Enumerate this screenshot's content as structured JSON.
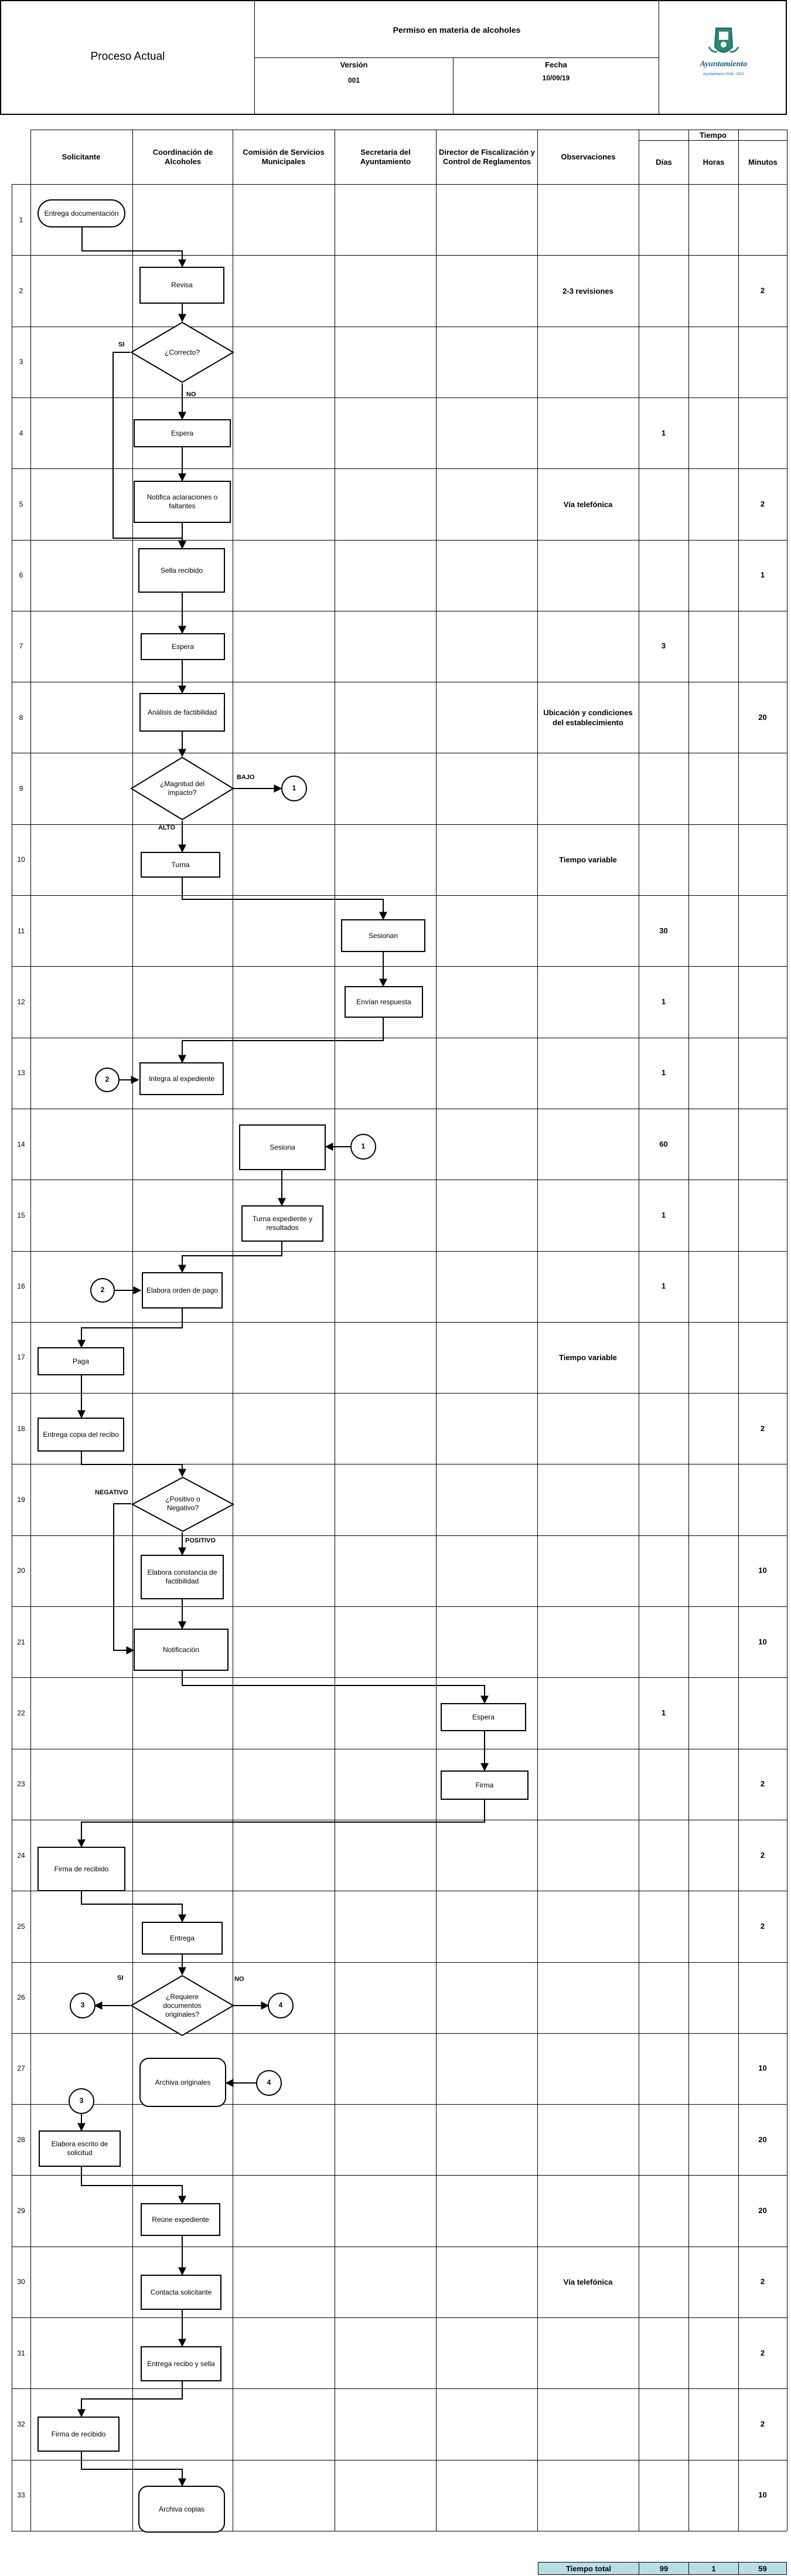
{
  "header": {
    "process_label": "Proceso Actual",
    "title": "Permiso en materia de alcoholes",
    "version_label": "Versión",
    "version_value": "001",
    "date_label": "Fecha",
    "date_value": "10/09/19",
    "logo_text": "Ayuntamiento",
    "logo_subtext": "Ayuntamiento 2018 - 2021"
  },
  "table_header": {
    "time_group": "Tiempo",
    "columns": [
      "Solicitante",
      "Coordinación de Alcoholes",
      "Comisión de Servicios Municipales",
      "Secretaría del Ayuntamiento",
      "Director de Fiscalización y Control de Reglamentos",
      "Observaciones",
      "Días",
      "Horas",
      "Minutos"
    ]
  },
  "rows": [
    {
      "n": "1",
      "obs": "",
      "dias": "",
      "horas": "",
      "min": ""
    },
    {
      "n": "2",
      "obs": "2-3 revisiones",
      "dias": "",
      "horas": "",
      "min": "2"
    },
    {
      "n": "3",
      "obs": "",
      "dias": "",
      "horas": "",
      "min": ""
    },
    {
      "n": "4",
      "obs": "",
      "dias": "1",
      "horas": "",
      "min": ""
    },
    {
      "n": "5",
      "obs": "Vía telefónica",
      "dias": "",
      "horas": "",
      "min": "2"
    },
    {
      "n": "6",
      "obs": "",
      "dias": "",
      "horas": "",
      "min": "1"
    },
    {
      "n": "7",
      "obs": "",
      "dias": "3",
      "horas": "",
      "min": ""
    },
    {
      "n": "8",
      "obs": "Ubicación y condiciones del establecimiento",
      "dias": "",
      "horas": "",
      "min": "20"
    },
    {
      "n": "9",
      "obs": "",
      "dias": "",
      "horas": "",
      "min": ""
    },
    {
      "n": "10",
      "obs": "Tiempo variable",
      "dias": "",
      "horas": "",
      "min": ""
    },
    {
      "n": "11",
      "obs": "",
      "dias": "30",
      "horas": "",
      "min": ""
    },
    {
      "n": "12",
      "obs": "",
      "dias": "1",
      "horas": "",
      "min": ""
    },
    {
      "n": "13",
      "obs": "",
      "dias": "1",
      "horas": "",
      "min": ""
    },
    {
      "n": "14",
      "obs": "",
      "dias": "60",
      "horas": "",
      "min": ""
    },
    {
      "n": "15",
      "obs": "",
      "dias": "1",
      "horas": "",
      "min": ""
    },
    {
      "n": "16",
      "obs": "",
      "dias": "1",
      "horas": "",
      "min": ""
    },
    {
      "n": "17",
      "obs": "Tiempo variable",
      "dias": "",
      "horas": "",
      "min": ""
    },
    {
      "n": "18",
      "obs": "",
      "dias": "",
      "horas": "",
      "min": "2"
    },
    {
      "n": "19",
      "obs": "",
      "dias": "",
      "horas": "",
      "min": ""
    },
    {
      "n": "20",
      "obs": "",
      "dias": "",
      "horas": "",
      "min": "10"
    },
    {
      "n": "21",
      "obs": "",
      "dias": "",
      "horas": "",
      "min": "10"
    },
    {
      "n": "22",
      "obs": "",
      "dias": "1",
      "horas": "",
      "min": ""
    },
    {
      "n": "23",
      "obs": "",
      "dias": "",
      "horas": "",
      "min": "2"
    },
    {
      "n": "24",
      "obs": "",
      "dias": "",
      "horas": "",
      "min": "2"
    },
    {
      "n": "25",
      "obs": "",
      "dias": "",
      "horas": "",
      "min": "2"
    },
    {
      "n": "26",
      "obs": "",
      "dias": "",
      "horas": "",
      "min": ""
    },
    {
      "n": "27",
      "obs": "",
      "dias": "",
      "horas": "",
      "min": "10"
    },
    {
      "n": "28",
      "obs": "",
      "dias": "",
      "horas": "",
      "min": "20"
    },
    {
      "n": "29",
      "obs": "",
      "dias": "",
      "horas": "",
      "min": "20"
    },
    {
      "n": "30",
      "obs": "Vía telefónica",
      "dias": "",
      "horas": "",
      "min": "2"
    },
    {
      "n": "31",
      "obs": "",
      "dias": "",
      "horas": "",
      "min": "2"
    },
    {
      "n": "32",
      "obs": "",
      "dias": "",
      "horas": "",
      "min": "2"
    },
    {
      "n": "33",
      "obs": "",
      "dias": "",
      "horas": "",
      "min": "10"
    }
  ],
  "totals": {
    "label": "Tiempo total",
    "dias": "99",
    "horas": "1",
    "minutos": "59"
  },
  "steps": [
    {
      "id": "s1",
      "text": "Entrega documentación"
    },
    {
      "id": "s2",
      "text": "Revisa"
    },
    {
      "id": "s3",
      "text": "¿Correcto?"
    },
    {
      "id": "s4",
      "text": "Espera"
    },
    {
      "id": "s5",
      "text": "Notifica aclaraciones o faltantes"
    },
    {
      "id": "s6",
      "text": "Sella recibido"
    },
    {
      "id": "s7",
      "text": "Espera"
    },
    {
      "id": "s8",
      "text": "Análisis de factibilidad"
    },
    {
      "id": "s9",
      "text": "¿Magnitud del impacto?"
    },
    {
      "id": "s10",
      "text": "Turna"
    },
    {
      "id": "s11",
      "text": "Sesionan"
    },
    {
      "id": "s12",
      "text": "Envían respuesta"
    },
    {
      "id": "s13",
      "text": "Integra al expediente"
    },
    {
      "id": "s14",
      "text": "Sesiona"
    },
    {
      "id": "s15",
      "text": "Turna expediente y resultados"
    },
    {
      "id": "s16",
      "text": "Elabora orden de pago"
    },
    {
      "id": "s17",
      "text": "Paga"
    },
    {
      "id": "s18",
      "text": "Entrega copia del recibo"
    },
    {
      "id": "s19",
      "text": "¿Positivo o Negativo?"
    },
    {
      "id": "s20",
      "text": "Elabora constancia de factibilidad"
    },
    {
      "id": "s21",
      "text": "Notificación"
    },
    {
      "id": "s22",
      "text": "Espera"
    },
    {
      "id": "s23",
      "text": "Firma"
    },
    {
      "id": "s24",
      "text": "Firma de recibido"
    },
    {
      "id": "s25",
      "text": "Entrega"
    },
    {
      "id": "s26",
      "text": "¿Requiere documentos originales?"
    },
    {
      "id": "s27",
      "text": "Archiva originales"
    },
    {
      "id": "s28",
      "text": "Elabora escrito de solicitud"
    },
    {
      "id": "s29",
      "text": "Reúne expediente"
    },
    {
      "id": "s30",
      "text": "Contacta solicitante"
    },
    {
      "id": "s31",
      "text": "Entrega recibo y sella"
    },
    {
      "id": "s32",
      "text": "Firma de recibido"
    },
    {
      "id": "s33",
      "text": "Archiva copias"
    }
  ],
  "connectors": {
    "c1": "1",
    "c2": "2",
    "c3": "3",
    "c4": "4"
  },
  "branch_labels": {
    "si_1": "SI",
    "no_1": "NO",
    "bajo": "BAJO",
    "alto": "ALTO",
    "negativo": "NEGATIVO",
    "positivo": "POSITIVO",
    "si_2": "SI",
    "no_2": "NO"
  },
  "colors": {
    "lines": "#000000",
    "totals_fill": "#b7dde8",
    "logo_green": "#2a8a6e",
    "logo_blue": "#1b5fa0"
  }
}
